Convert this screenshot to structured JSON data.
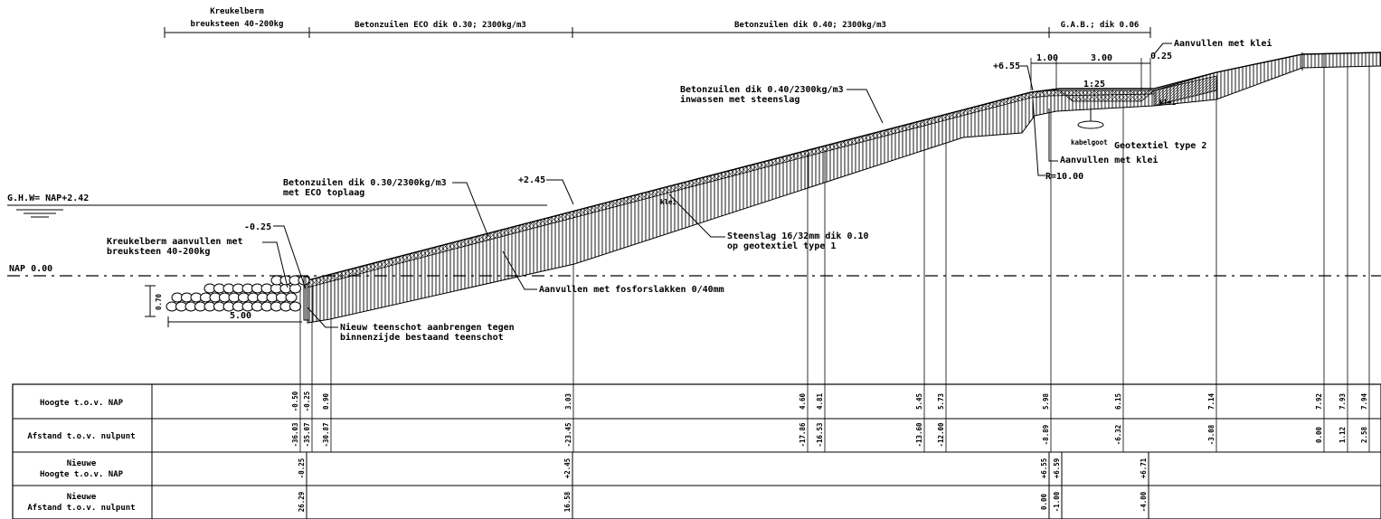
{
  "section_headers": [
    {
      "line1": "Kreukelberm",
      "line2": "breuksteen 40-200kg"
    },
    {
      "line1": "Betonzuilen ECO dik 0.30; 2300kg/m3"
    },
    {
      "line1": "Betonzuilen dik 0.40; 2300kg/m3"
    },
    {
      "line1": "G.A.B.; dik 0.06"
    }
  ],
  "water_levels": {
    "ghw": "G.H.W= NAP+2.42",
    "nap": "NAP 0.00"
  },
  "annotations": {
    "aanvullen_klei_top": "Aanvullen met klei",
    "betonzuilen_040_l1": "Betonzuilen dik 0.40/2300kg/m3",
    "betonzuilen_040_l2": "inwassen met steenslag",
    "betonzuilen_030_l1": "Betonzuilen dik 0.30/2300kg/m3",
    "betonzuilen_030_l2": "met ECO toplaag",
    "kreukelberm_l1": "Kreukelberm aanvullen met",
    "kreukelberm_l2": "breuksteen 40-200kg",
    "steenslag_l1": "Steenslag 16/32mm dik 0.10",
    "steenslag_l2": "op geotextiel type 1",
    "aanvullen_fosfor": "Aanvullen met fosforslakken 0/40mm",
    "teenschot_l1": "Nieuw teenschot aanbrengen tegen",
    "teenschot_l2": "binnenzijde bestaand teenschot",
    "geotextiel": "Geotextiel type 2",
    "aanvullen_klei_right": "Aanvullen met klei",
    "radius": "R=10.00",
    "kabel": "kabelgoot",
    "kleislab": "klei"
  },
  "levels": {
    "l655": "+6.55",
    "l245": "+2.45",
    "lm025": "-0.25"
  },
  "dimensions": {
    "d100": "1.00",
    "d300": "3.00",
    "d025": "0.25",
    "slope": "1:25",
    "d500": "5.00",
    "d070": "0.70"
  },
  "table": {
    "row_labels": [
      {
        "line1": "Hoogte t.o.v. NAP"
      },
      {
        "line1": "Afstand t.o.v. nulpunt"
      },
      {
        "line1": "Nieuwe",
        "line2": "Hoogte t.o.v. NAP"
      },
      {
        "line1": "Nieuwe",
        "line2": "Afstand t.o.v. nulpunt"
      }
    ],
    "row1_values": [
      "-0.50",
      "-0.25",
      "0.90",
      "3.03",
      "4.60",
      "4.81",
      "5.45",
      "5.73",
      "5.98",
      "6.15",
      "7.14",
      "7.92",
      "7.93",
      "7.94"
    ],
    "row2_values": [
      "-36.03",
      "-35.07",
      "-30.87",
      "-23.45",
      "-17.86",
      "-16.53",
      "-13.60",
      "-12.00",
      "-8.89",
      "-6.32",
      "-3.08",
      "0.00",
      "1.12",
      "2.58"
    ],
    "row3_values": [
      "-0.25",
      "+2.45",
      "+6.55",
      "+6.59",
      "+6.71"
    ],
    "row4_values": [
      "26.29",
      "16.58",
      "0.00",
      "-1.00",
      "-4.00"
    ]
  }
}
